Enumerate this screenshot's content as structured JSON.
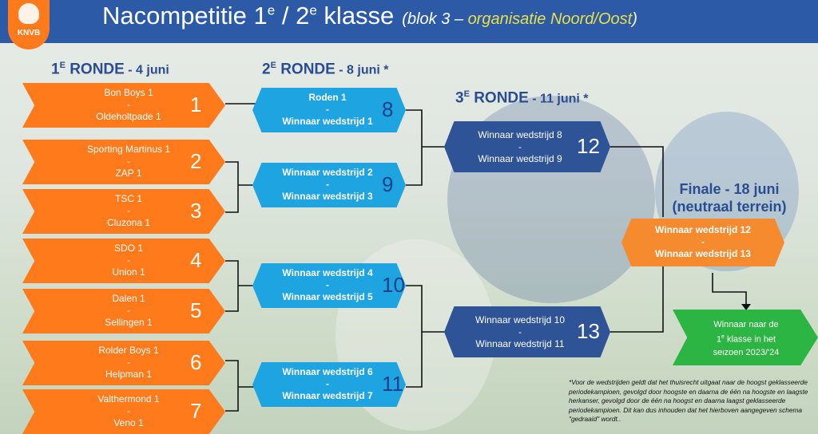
{
  "header": {
    "title_main": "Nacompetitie 1",
    "sup1": "e",
    "title_mid": " / 2",
    "sup2": "e",
    "title_end": " klasse",
    "subtitle_pre": "(blok 3 – ",
    "subtitle_highlight": "organisatie Noord/Oost",
    "subtitle_post": ")",
    "logo_text": "KNVB"
  },
  "rounds": {
    "r1": {
      "label_pre": "1",
      "label_sup": "E",
      "label_name": " RONDE",
      "date": " - 4 juni"
    },
    "r2": {
      "label_pre": "2",
      "label_sup": "E",
      "label_name": " RONDE",
      "date": " - 8 juni *"
    },
    "r3": {
      "label_pre": "3",
      "label_sup": "E",
      "label_name": " RONDE",
      "date": " - 11 juni *"
    },
    "final": {
      "line1": "Finale - 18 juni",
      "line2": "(neutraal terrein)"
    }
  },
  "round1": [
    {
      "home": "Bon Boys 1",
      "sep": "-",
      "away": "Oldeholtpade 1",
      "num": "1"
    },
    {
      "home": "Sporting Martinus 1",
      "sep": "-",
      "away": "ZAP 1",
      "num": "2"
    },
    {
      "home": "TSC 1",
      "sep": "-",
      "away": "Cluzona 1",
      "num": "3"
    },
    {
      "home": "SDO 1",
      "sep": "-",
      "away": "Union 1",
      "num": "4"
    },
    {
      "home": "Dalen 1",
      "sep": "-",
      "away": "Sellingen 1",
      "num": "5"
    },
    {
      "home": "Rolder Boys 1",
      "sep": "-",
      "away": "Helpman 1",
      "num": "6"
    },
    {
      "home": "Valthermond 1",
      "sep": "-",
      "away": "Veno 1",
      "num": "7"
    }
  ],
  "round2": [
    {
      "home": "Roden 1",
      "sep": "-",
      "away": "Winnaar wedstrijd 1",
      "num": "8"
    },
    {
      "home": "Winnaar wedstrijd 2",
      "sep": "-",
      "away": "Winnaar wedstrijd 3",
      "num": "9"
    },
    {
      "home": "Winnaar wedstrijd 4",
      "sep": "-",
      "away": "Winnaar wedstrijd 5",
      "num": "10"
    },
    {
      "home": "Winnaar wedstrijd 6",
      "sep": "-",
      "away": "Winnaar wedstrijd 7",
      "num": "11"
    }
  ],
  "round3": [
    {
      "home": "Winnaar wedstrijd 8",
      "sep": "-",
      "away": "Winnaar wedstrijd 9",
      "num": "12"
    },
    {
      "home": "Winnaar wedstrijd 10",
      "sep": "-",
      "away": "Winnaar wedstrijd 11",
      "num": "13"
    }
  ],
  "final_match": {
    "home": "Winnaar wedstrijd 12",
    "sep": "-",
    "away": "Winnaar wedstrijd 13"
  },
  "winner": {
    "line1": "Winnaar naar de",
    "line2_pre": "1",
    "line2_sup": "e",
    "line2_post": " klasse in het",
    "line3": "seizoen 2023/'24"
  },
  "footnote": "*Voor de wedstrijden geldt dat het thuisrecht uitgaat naar de hoogst geklasseerde periodekampioen, gevolgd door hoogste en daarna de één na hoogste en laagste herkanser, gevolgd door de één na hoogst en daarna laagst geklasseerde periodekampioen. Dit kan dus inhouden dat het hierboven aangegeven schema \"gedraaid\" wordt..",
  "colors": {
    "header_bg": "#2d5aa6",
    "round1": "#ff7a1a",
    "round2": "#1ea4e0",
    "round3": "#2e5397",
    "final": "#f58a2e",
    "winner": "#2db543",
    "highlight": "#e8e04a"
  }
}
